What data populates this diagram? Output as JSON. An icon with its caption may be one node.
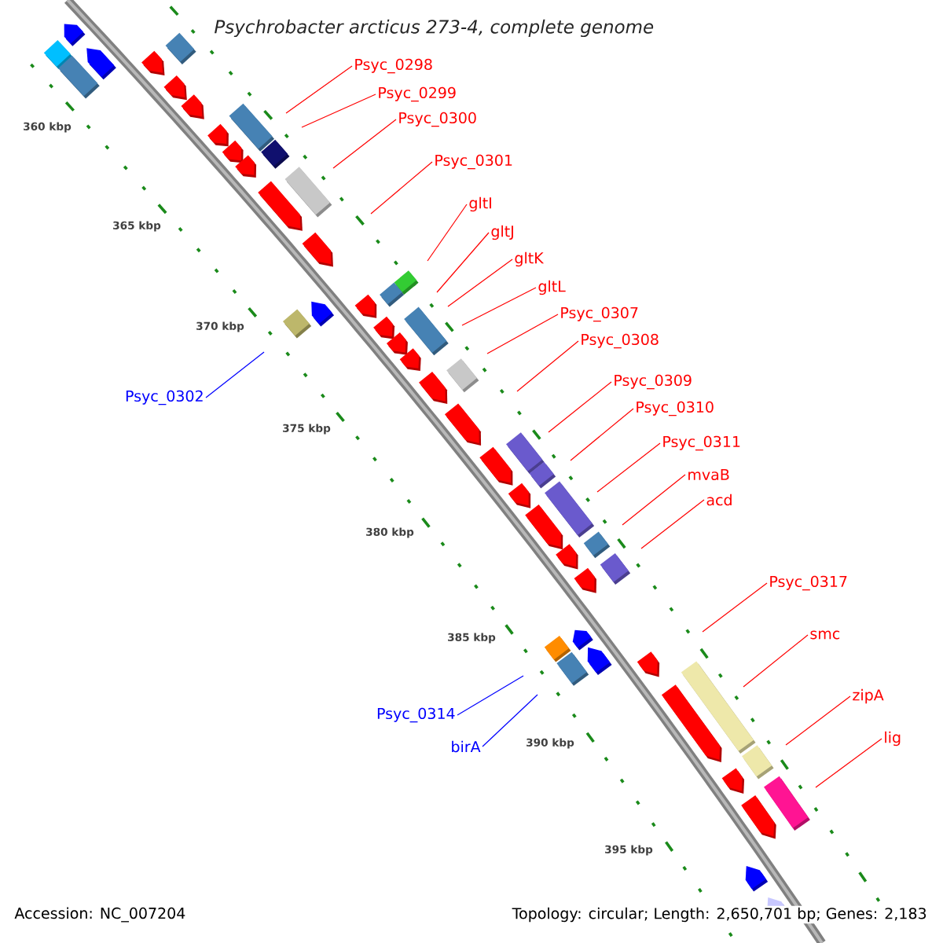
{
  "diagram": {
    "title": "Psychrobacter arcticus 273-4, complete genome",
    "nodes": [
      {
        "text": [
          "Psyc_0298"
        ]
      },
      {
        "text": [
          "Psyc_0299"
        ]
      },
      {
        "text": [
          "Psyc_0300"
        ]
      },
      {
        "text": [
          "Psyc_0301"
        ]
      },
      {
        "text": [
          "gltI"
        ]
      },
      {
        "text": [
          "gltJ"
        ]
      },
      {
        "text": [
          "gltK"
        ]
      },
      {
        "text": [
          "gltL"
        ]
      },
      {
        "text": [
          "Psyc_0307"
        ]
      },
      {
        "text": [
          "Psyc_0308"
        ]
      },
      {
        "text": [
          "Psyc_0309"
        ]
      },
      {
        "text": [
          "Psyc_0302"
        ]
      },
      {
        "text": [
          "Psyc_0310"
        ]
      },
      {
        "text": [
          "Psyc_0311"
        ]
      },
      {
        "text": [
          "mvaB"
        ]
      },
      {
        "text": [
          "acd"
        ]
      },
      {
        "text": [
          "Psyc_0317"
        ]
      },
      {
        "text": [
          "smc"
        ]
      },
      {
        "text": [
          "zipA"
        ]
      },
      {
        "text": [
          "Psyc_0314"
        ]
      },
      {
        "text": [
          "lig"
        ]
      },
      {
        "text": [
          "birA"
        ]
      }
    ],
    "edges": [
      {
        "from": 0,
        "to": null,
        "arrow": "none"
      },
      {
        "from": 1,
        "to": null,
        "arrow": "none"
      },
      {
        "from": 2,
        "to": null,
        "arrow": "none"
      },
      {
        "from": 3,
        "to": null,
        "arrow": "none"
      },
      {
        "from": 4,
        "to": null,
        "arrow": "none"
      },
      {
        "from": 5,
        "to": null,
        "arrow": "none"
      },
      {
        "from": 6,
        "to": null,
        "arrow": "none"
      },
      {
        "from": 7,
        "to": null,
        "arrow": "none"
      },
      {
        "from": 8,
        "to": null,
        "arrow": "none"
      },
      {
        "from": 9,
        "to": null,
        "arrow": "none"
      },
      {
        "from": 10,
        "to": null,
        "arrow": "none"
      },
      {
        "from": 11,
        "to": null,
        "arrow": "none",
        "color": "#0000ff"
      },
      {
        "from": 12,
        "to": null,
        "arrow": "none"
      },
      {
        "from": 13,
        "to": null,
        "arrow": "none"
      },
      {
        "from": 14,
        "to": null,
        "arrow": "none"
      },
      {
        "from": 15,
        "to": null,
        "arrow": "none"
      },
      {
        "from": 16,
        "to": null,
        "arrow": "none"
      },
      {
        "from": 17,
        "to": null,
        "arrow": "none"
      },
      {
        "from": 18,
        "to": null,
        "arrow": "none"
      },
      {
        "from": 19,
        "to": null,
        "arrow": "none",
        "color": "#0000ff"
      },
      {
        "from": 20,
        "to": null,
        "arrow": "none"
      },
      {
        "from": 21,
        "to": null,
        "arrow": "none",
        "color": "#0000ff"
      }
    ],
    "labels": [
      "360 kbp",
      "365 kbp",
      "370 kbp",
      "375 kbp",
      "380 kbp",
      "385 kbp",
      "390 kbp",
      "395 kbp",
      "Accession: NC_007204",
      "Topology: circular; Length: 2,650,701 bp; Genes: 2,183"
    ]
  }
}
